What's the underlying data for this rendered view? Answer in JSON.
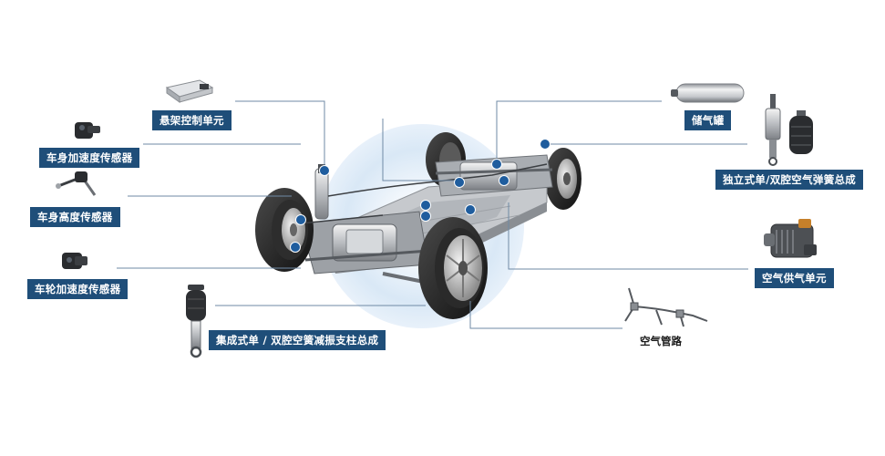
{
  "colors": {
    "label_bg": "#1f4e79",
    "leader_line": "#6f8aa5",
    "marker_dot": "#1f5d9e",
    "glow": "#d7e6f5"
  },
  "diagram": {
    "components": {
      "suspension_ecu": {
        "label": "悬架控制单元",
        "icon": "control-unit-icon"
      },
      "body_accel_sensor": {
        "label": "车身加速度传感器",
        "icon": "accel-sensor-icon"
      },
      "body_height_sensor": {
        "label": "车身高度传感器",
        "icon": "height-sensor-icon"
      },
      "wheel_accel_sensor": {
        "label": "车轮加速度传感器",
        "icon": "wheel-sensor-icon"
      },
      "integrated_strut": {
        "label": "集成式单 / 双腔空簧减振支柱总成",
        "icon": "air-strut-icon"
      },
      "reservoir": {
        "label": "储气罐",
        "icon": "air-tank-icon"
      },
      "independent_spring": {
        "label": "独立式单/双腔空气弹簧总成",
        "icon": "air-spring-icon"
      },
      "supply_unit": {
        "label": "空气供气单元",
        "icon": "compressor-icon"
      },
      "air_lines": {
        "label": "空气管路",
        "icon": "air-line-icon"
      }
    }
  }
}
